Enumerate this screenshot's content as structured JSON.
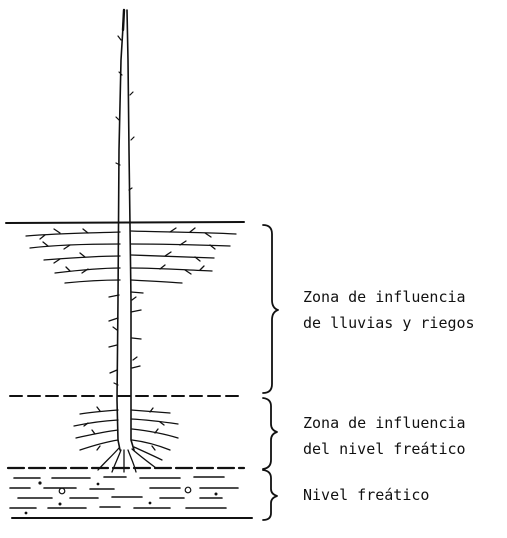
{
  "labels": {
    "rain_zone": [
      "Zona de influencia",
      "de lluvias y riegos"
    ],
    "water_table_zone": [
      "Zona de influencia",
      "del nivel freático"
    ],
    "water_table": "Nivel freático"
  },
  "colors": {
    "ink": "#111111",
    "background": "#ffffff"
  }
}
